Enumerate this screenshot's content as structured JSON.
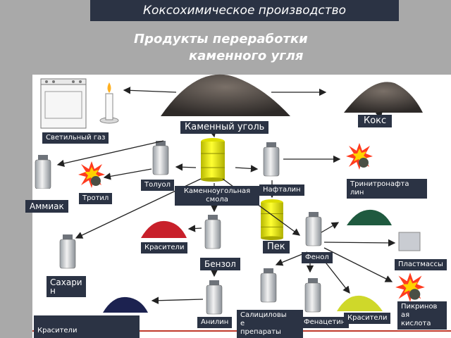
{
  "header": {
    "title": "Коксохимическое производство",
    "subtitle_line1": "Продукты переработки",
    "subtitle_line2": "каменного угля"
  },
  "labels": {
    "coke": "Кокс",
    "coal": "Каменный уголь",
    "lighting_gas": "Светильный газ",
    "toluene": "Толуол",
    "coal_tar": "Каменноугольная\nсмола",
    "naphthalene": "Нафталин",
    "trinitronaphthalene": "Тринитронафта\nлин",
    "trotyl": "Тротил",
    "ammonia": "Аммиак",
    "dyes_1": "Красители",
    "pitch": "Пек",
    "phenol": "Фенол",
    "plastics": "Пластмассы",
    "benzene": "Бензол",
    "saccharin": "Сахари\nн",
    "picric_acid": "Пикринов\nая\nкислота",
    "salicylic": "Салициловы\nе\nпрепараты",
    "aniline": "Анилин",
    "phenacetin": "Фенацетин",
    "dyes_2": "Красители",
    "dyes_3": "Красители"
  },
  "colors": {
    "label_bg": "#2b3344",
    "background": "#a9a9a9",
    "panel": "#ffffff",
    "accent_line": "#c0392b"
  }
}
